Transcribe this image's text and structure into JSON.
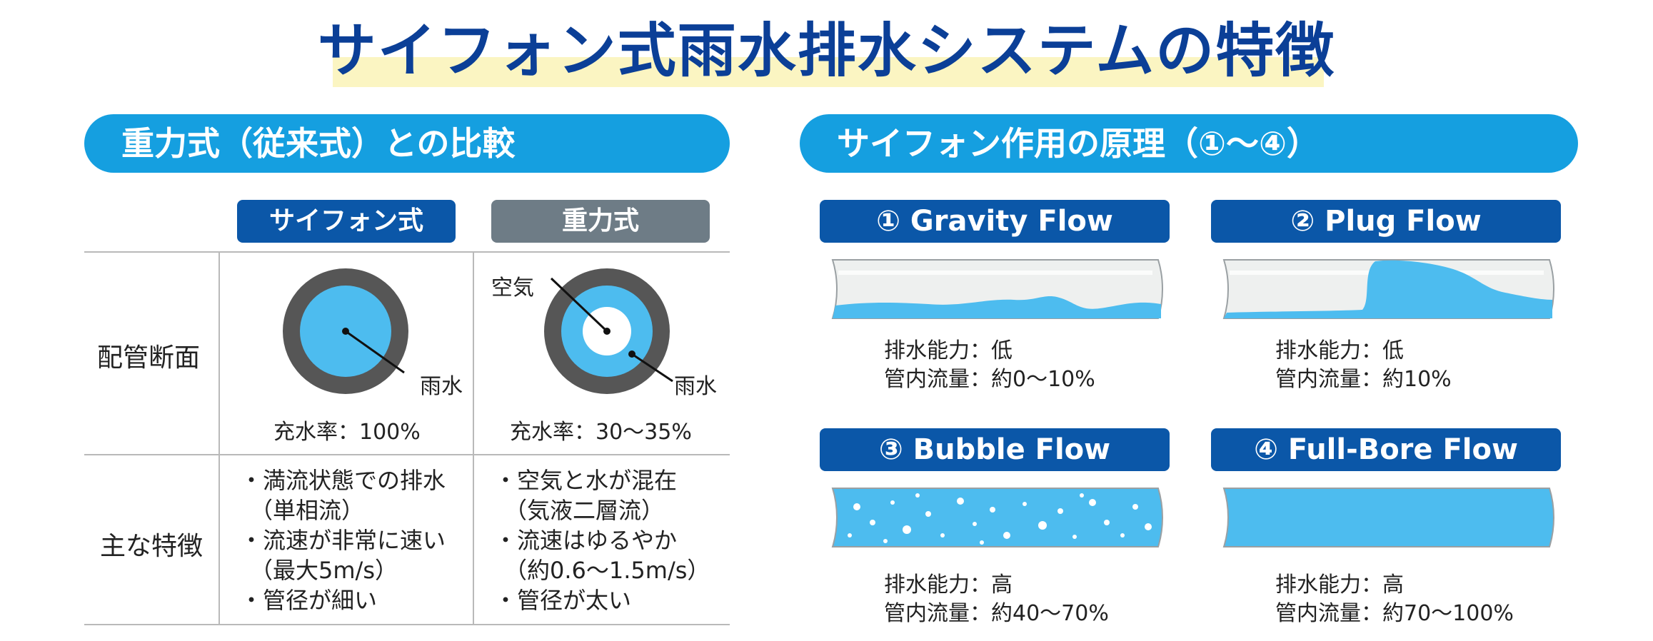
{
  "title": "サイフォン式雨水排水システムの特徴",
  "comparison": {
    "heading": "重力式（従来式）との比較",
    "col_siphon": "サイフォン式",
    "col_gravity": "重力式",
    "row_section": "配管断面",
    "row_features": "主な特徴",
    "label_rain": "雨水",
    "label_air": "空気",
    "siphon_fill": "充水率：100%",
    "gravity_fill": "充水率：30～35%",
    "siphon_features": [
      "・満流状態での排水",
      "（単相流）",
      "・流速が非常に速い",
      "（最大5m/s）",
      "・管径が細い"
    ],
    "gravity_features": [
      "・空気と水が混在",
      "（気液二層流）",
      "・流速はゆるやか",
      "（約0.6～1.5m/s）",
      "・管径が太い"
    ]
  },
  "principle": {
    "heading": "サイフォン作用の原理（①～④）",
    "flows": [
      {
        "title": "① Gravity Flow",
        "capacity": "排水能力：低",
        "rate": "管内流量：約0～10%"
      },
      {
        "title": "② Plug Flow",
        "capacity": "排水能力：低",
        "rate": "管内流量：約10%"
      },
      {
        "title": "③ Bubble Flow",
        "capacity": "排水能力：高",
        "rate": "管内流量：約40～70%"
      },
      {
        "title": "④ Full-Bore Flow",
        "capacity": "排水能力：高",
        "rate": "管内流量：約70～100%"
      }
    ]
  },
  "colors": {
    "title": "#0b3f97",
    "heading_bg": "#159fe0",
    "siphon_header": "#0b57a8",
    "gravity_header": "#6e7c86",
    "water": "#4dbcef",
    "pipe_wall": "#565656",
    "pipe_air": "#eef0ef"
  }
}
